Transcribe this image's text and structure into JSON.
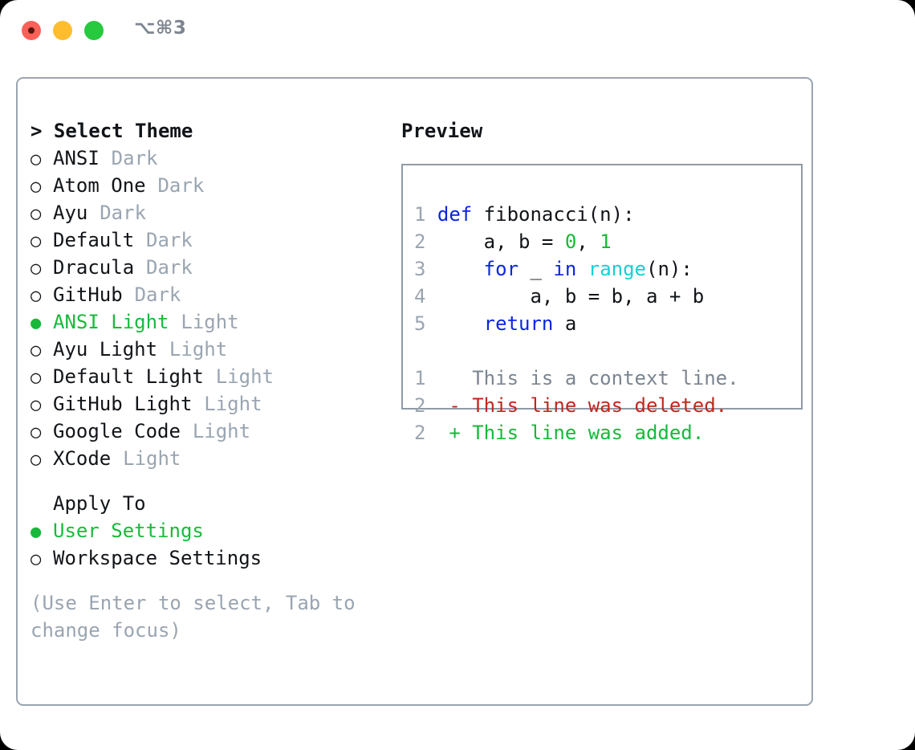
{
  "titlebar": {
    "shortcut": "⌥⌘3",
    "lights": [
      {
        "name": "close-button",
        "color": "#fb6159"
      },
      {
        "name": "minimize-button",
        "color": "#fdbd2e"
      },
      {
        "name": "maximize-button",
        "color": "#27c93f"
      }
    ]
  },
  "theme_section": {
    "heading": "> Select Theme",
    "options": [
      {
        "marker": "○",
        "label": "ANSI",
        "tag": "Dark",
        "selected": false
      },
      {
        "marker": "○",
        "label": "Atom One",
        "tag": "Dark",
        "selected": false
      },
      {
        "marker": "○",
        "label": "Ayu",
        "tag": "Dark",
        "selected": false
      },
      {
        "marker": "○",
        "label": "Default",
        "tag": "Dark",
        "selected": false
      },
      {
        "marker": "○",
        "label": "Dracula",
        "tag": "Dark",
        "selected": false
      },
      {
        "marker": "○",
        "label": "GitHub",
        "tag": "Dark",
        "selected": false
      },
      {
        "marker": "●",
        "label": "ANSI Light",
        "tag": "Light",
        "selected": true
      },
      {
        "marker": "○",
        "label": "Ayu Light",
        "tag": "Light",
        "selected": false
      },
      {
        "marker": "○",
        "label": "Default Light",
        "tag": "Light",
        "selected": false
      },
      {
        "marker": "○",
        "label": "GitHub Light",
        "tag": "Light",
        "selected": false
      },
      {
        "marker": "○",
        "label": "Google Code",
        "tag": "Light",
        "selected": false
      },
      {
        "marker": "○",
        "label": "XCode",
        "tag": "Light",
        "selected": false
      }
    ]
  },
  "apply_section": {
    "heading": "Apply To",
    "options": [
      {
        "marker": "●",
        "label": "User Settings",
        "selected": true
      },
      {
        "marker": "○",
        "label": "Workspace Settings",
        "selected": false
      }
    ]
  },
  "hint": "(Use Enter to select, Tab to change focus)",
  "preview": {
    "heading": "Preview",
    "code_lines": [
      {
        "number": "1",
        "tokens": [
          {
            "text": "def",
            "kind": "kw"
          },
          {
            "text": " fibonacci(n):",
            "kind": "id"
          }
        ]
      },
      {
        "number": "2",
        "tokens": [
          {
            "text": "    a, b = ",
            "kind": "id"
          },
          {
            "text": "0",
            "kind": "num"
          },
          {
            "text": ", ",
            "kind": "id"
          },
          {
            "text": "1",
            "kind": "num"
          }
        ]
      },
      {
        "number": "3",
        "tokens": [
          {
            "text": "    ",
            "kind": "id"
          },
          {
            "text": "for",
            "kind": "kw"
          },
          {
            "text": " _ ",
            "kind": "id"
          },
          {
            "text": "in",
            "kind": "kw"
          },
          {
            "text": " ",
            "kind": "id"
          },
          {
            "text": "range",
            "kind": "fn"
          },
          {
            "text": "(n):",
            "kind": "id"
          }
        ]
      },
      {
        "number": "4",
        "tokens": [
          {
            "text": "        a, b = b, a + b",
            "kind": "id"
          }
        ]
      },
      {
        "number": "5",
        "tokens": [
          {
            "text": "    ",
            "kind": "id"
          },
          {
            "text": "return",
            "kind": "kw"
          },
          {
            "text": " a",
            "kind": "id"
          }
        ]
      }
    ],
    "diff_lines": [
      {
        "number": "1",
        "sign": " ",
        "text": "This is a context line.",
        "kind": "ctx"
      },
      {
        "number": "2",
        "sign": "-",
        "text": "This line was deleted.",
        "kind": "del"
      },
      {
        "number": "2",
        "sign": "+",
        "text": "This line was added.",
        "kind": "add"
      }
    ]
  },
  "colors": {
    "accent_green": "#18b83a",
    "dim_gray": "#9aa5b1",
    "keyword_blue": "#0b25e0",
    "function_cyan": "#17cfd4",
    "diff_red": "#c0271c",
    "border": "#9aa5b1",
    "text": "#111418"
  }
}
